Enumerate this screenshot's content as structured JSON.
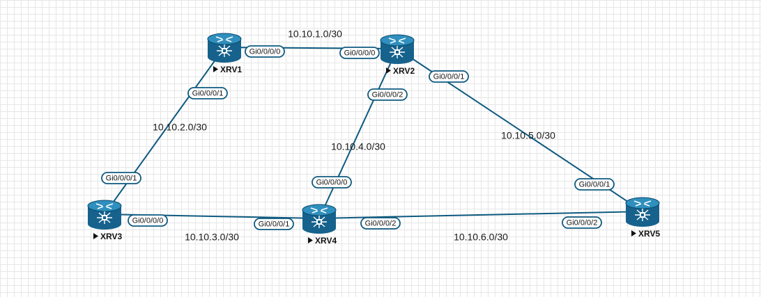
{
  "nodes": [
    {
      "id": "xrv1",
      "label": "XRV1",
      "icon": "router-icon"
    },
    {
      "id": "xrv2",
      "label": "XRV2",
      "icon": "router-icon"
    },
    {
      "id": "xrv3",
      "label": "XRV3",
      "icon": "router-icon"
    },
    {
      "id": "xrv4",
      "label": "XRV4",
      "icon": "router-icon"
    },
    {
      "id": "xrv5",
      "label": "XRV5",
      "icon": "router-icon"
    }
  ],
  "links": [
    {
      "from": "xrv1",
      "to": "xrv2",
      "subnet": "10.10.1.0/30",
      "from_port": "Gi0/0/0/0",
      "to_port": "Gi0/0/0/0"
    },
    {
      "from": "xrv1",
      "to": "xrv3",
      "subnet": "10.10.2.0/30",
      "from_port": "Gi0/0/0/1",
      "to_port": "Gi0/0/0/1"
    },
    {
      "from": "xrv3",
      "to": "xrv4",
      "subnet": "10.10.3.0/30",
      "from_port": "Gi0/0/0/0",
      "to_port": "Gi0/0/0/1"
    },
    {
      "from": "xrv2",
      "to": "xrv4",
      "subnet": "10.10.4.0/30",
      "from_port": "Gi0/0/0/2",
      "to_port": "Gi0/0/0/0"
    },
    {
      "from": "xrv2",
      "to": "xrv5",
      "subnet": "10.10.5.0/30",
      "from_port": "Gi0/0/0/1",
      "to_port": "Gi0/0/0/1"
    },
    {
      "from": "xrv4",
      "to": "xrv5",
      "subnet": "10.10.6.0/30",
      "from_port": "Gi0/0/0/2",
      "to_port": "Gi0/0/0/2"
    }
  ],
  "colors": {
    "link": "#0e5a80",
    "router": "#16628c",
    "router_top": "#2f8fbe",
    "grid": "#e6e6e6"
  }
}
